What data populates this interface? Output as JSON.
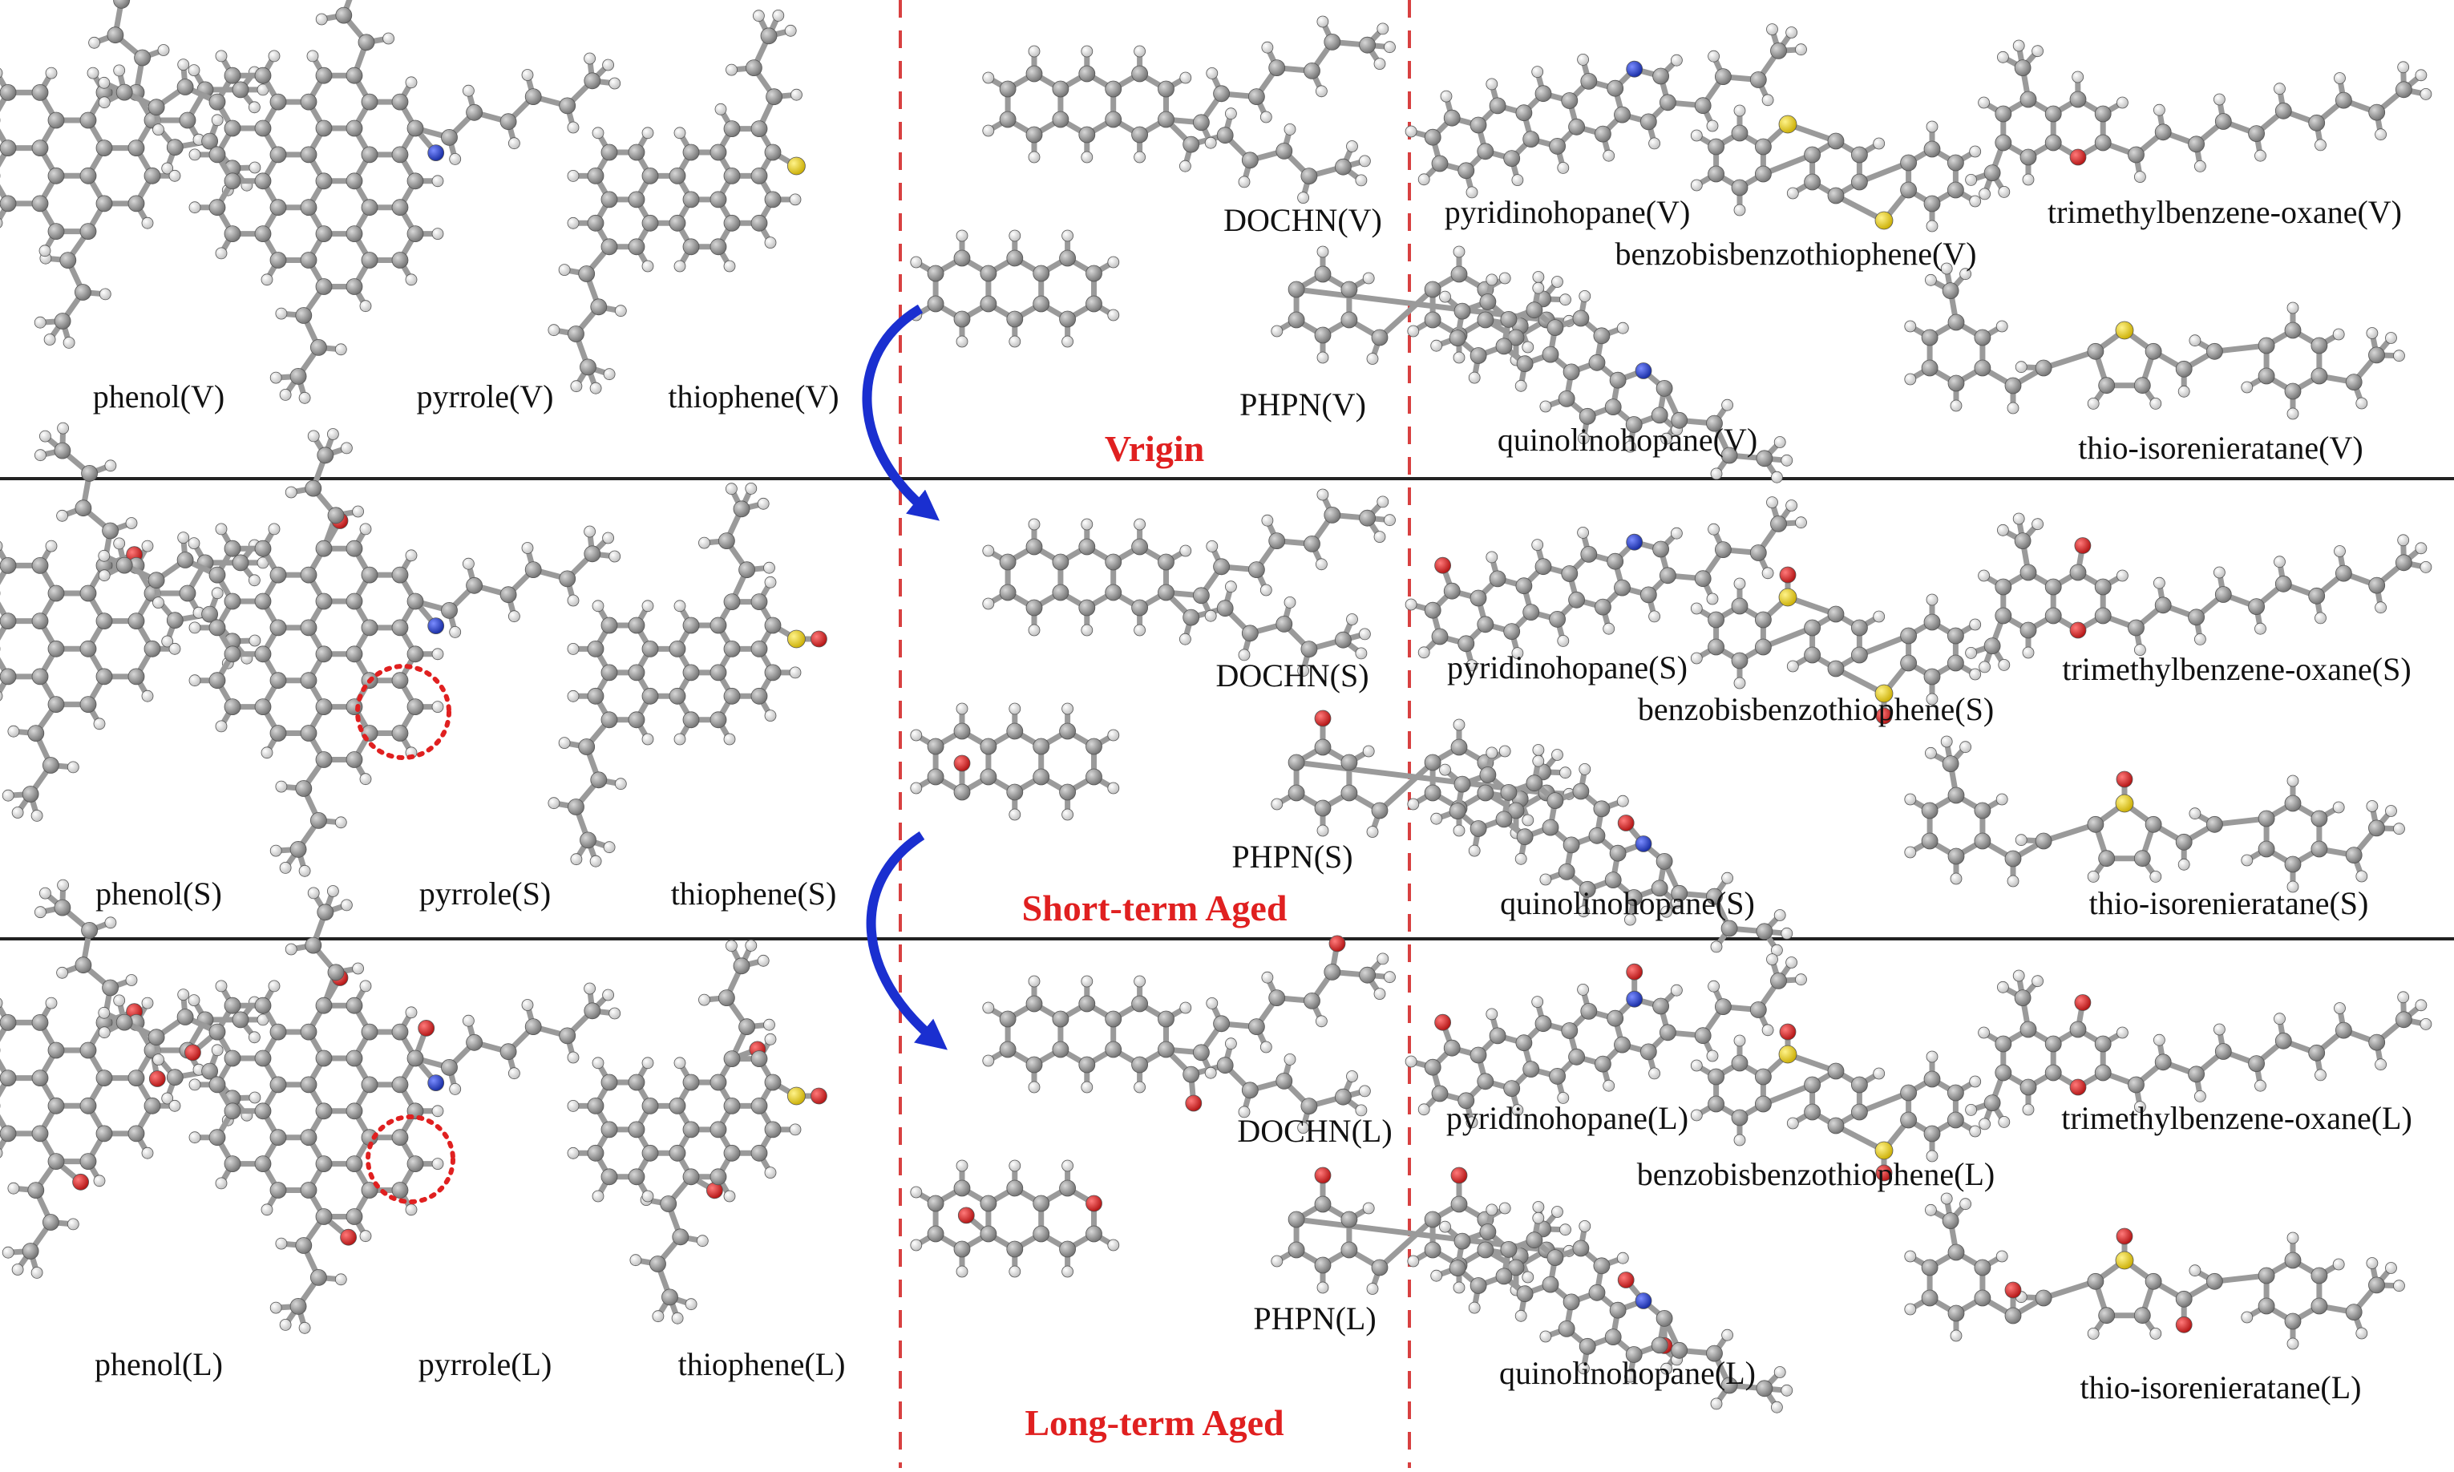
{
  "colors": {
    "carbon": "#8c8c8c",
    "hydrogen": "#ececec",
    "oxygen": "#d81e1e",
    "nitrogen": "#1f3cc8",
    "sulfur": "#e9d320",
    "bond": "#9a9a9a",
    "divider": "#222222",
    "dashed": "#d84040",
    "arrow": "#1a2fd0",
    "title": "#e02020"
  },
  "stages": {
    "virgin": "Vrigin",
    "short": "Short-term Aged",
    "long": "Long-term Aged"
  },
  "labels": {
    "virgin": [
      "phenol(V)",
      "pyrrole(V)",
      "thiophene(V)",
      "DOCHN(V)",
      "PHPN(V)",
      "pyridinohopane(V)",
      "benzobisbenzothiophene(V)",
      "trimethylbenzene-oxane(V)",
      "quinolinohopane(V)",
      "thio-isorenieratane(V)"
    ],
    "short": [
      "phenol(S)",
      "pyrrole(S)",
      "thiophene(S)",
      "DOCHN(S)",
      "PHPN(S)",
      "pyridinohopane(S)",
      "benzobisbenzothiophene(S)",
      "trimethylbenzene-oxane(S)",
      "quinolinohopane(S)",
      "thio-isorenieratane(S)"
    ],
    "long": [
      "phenol(L)",
      "pyrrole(L)",
      "thiophene(L)",
      "DOCHN(L)",
      "PHPN(L)",
      "pyridinohopane(L)",
      "benzobisbenzothiophene(L)",
      "trimethylbenzene-oxane(L)",
      "quinolinohopane(L)",
      "thio-isorenieratane(L)"
    ]
  }
}
